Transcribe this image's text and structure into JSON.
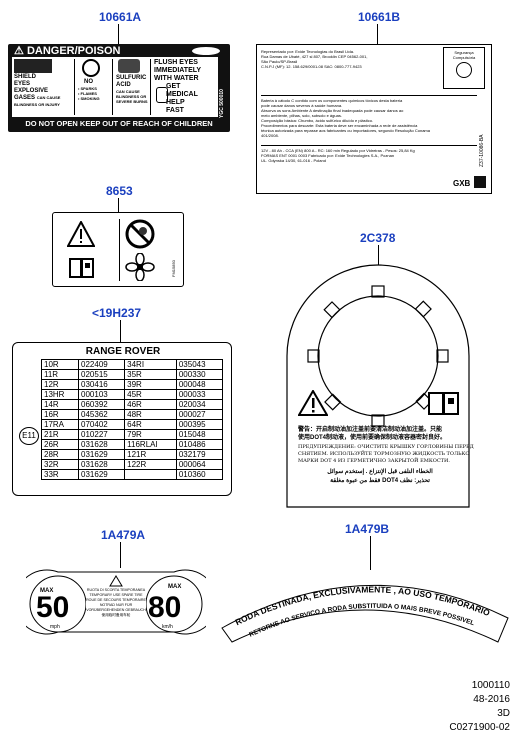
{
  "callouts": {
    "c1": "10661A",
    "c2": "10661B",
    "c3": "8653",
    "c4": "2C378",
    "c5": "<19H237",
    "c6": "1A479A",
    "c7": "1A479B"
  },
  "label_10661a": {
    "header": "DANGER/POISON",
    "col1": [
      "SHIELD",
      "EYES",
      "EXPLOSIVE",
      "GASES",
      "CAN CAUSE",
      "BLINDNESS OR INJURY"
    ],
    "col2": [
      "NO",
      "• SPARKS",
      "• FLAMES",
      "• SMOKING"
    ],
    "col3": [
      "SULFURIC",
      "ACID",
      "CAN CAUSE",
      "BLINDNESS OR",
      "SEVERE BURNS"
    ],
    "col4": [
      "FLUSH EYES",
      "IMMEDIATELY",
      "WITH WATER",
      "GET",
      "MEDICAL",
      "HELP",
      "FAST"
    ],
    "side_code": "YGC 500010",
    "footer": "DO NOT OPEN KEEP OUT OF REACH OF CHILDREN"
  },
  "label_10661b": {
    "importer_lines": [
      "Representado por: Exide Tecnologias do Brasil Ltda.",
      "Rua Damas de Ubaté, 427 sl 807, Brooklin CEP 04562-001,",
      "São Paulo/SP-Brasil",
      "C.N.P.J (MF): 12. 158.629/0001-08 SAC: 0800-777-9423"
    ],
    "stamp": "Segurança Compulsória",
    "body_lines": [
      "Bateria à cátodo C contido com os componentes químicos tóxicos desta bateria",
      "pode causar danos severos à saúde humana.",
      "Absorva os sons Ambiente A destinação final inadequada pode causar danos ao",
      "meio ambiente, pilhas, solo, subsolo e águas.",
      "Composição básica: Chumbo, ácido sulfúrico diluído e plástico.",
      "Procedimentos para descarte: Esta bateria deve ser encaminhada a rede de assistência",
      "técnica autorizada para repasse aos fabricantes ou importadores, segundo Resolução Conama",
      "401/2008."
    ],
    "spec_lines": [
      "12V - 80 Ah - CCA (EN) 800 A - RC: 160 min Regulado por Vidreiras - Pesos: 25,84 Kg",
      "FORMAS ENT 0001 0003 Fabricado por: Exide Technologies S.A., Poznan",
      "UL. Gdynska 14/30, 61-016 - Poland"
    ],
    "side_code": "Z37-10086-BA",
    "gxb": "GXB"
  },
  "label_8653": {
    "side_code": "FM15850"
  },
  "label_2c378": {
    "chinese_line1": "警告：开启制动油加注盖前要清洁制动油加注盖。只能",
    "chinese_line2": "使用DOT4制动液，使用前要确保制动液容器密封良好。",
    "russian_line1": "ПРЕДУПРЕЖДЕНИЕ: ОЧИСТИТЕ КРЫШКУ ГОРЛОВИНЫ ПЕРЕД",
    "russian_line2": "СНЯТИЕМ. ИСПОЛЬЗУЙТЕ ТОРМОЗНУЮ ЖИДКОСТЬ ТОЛЬКО",
    "russian_line3": "МАРКИ DOT 4 ИЗ ГЕРМЕТИЧНО ЗАКРЫТОЙ ЕМКОСТИ.",
    "arabic_line1": "الخطاء النلفى قبل الإنتزاع . إستخدم سوائل",
    "arabic_line2": "فقط من عبوة مغلقة DOT4 تحذير: نظف"
  },
  "label_19h237": {
    "title": "RANGE ROVER",
    "mark": "E11",
    "rows": [
      [
        "10R",
        "022409",
        "34RI",
        "035043"
      ],
      [
        "11R",
        "020515",
        "35R",
        "000330"
      ],
      [
        "12R",
        "030416",
        "39R",
        "000048"
      ],
      [
        "13HR",
        "000103",
        "45R",
        "000033"
      ],
      [
        "14R",
        "060392",
        "46R",
        "020034"
      ],
      [
        "16R",
        "045362",
        "48R",
        "000027"
      ],
      [
        "17RA",
        "070402",
        "64R",
        "000395"
      ],
      [
        "21R",
        "010227",
        "79R",
        "015048"
      ],
      [
        "26R",
        "031628",
        "116RLAI",
        "010486"
      ],
      [
        "28R",
        "031629",
        "121R",
        "032179"
      ],
      [
        "32R",
        "031628",
        "122R",
        "000064"
      ],
      [
        "33R",
        "031629",
        "",
        "010360"
      ]
    ]
  },
  "label_1a479a": {
    "left_top": "MAX",
    "left_number": "50",
    "left_unit": "mph",
    "right_top": "MAX",
    "right_number": "80",
    "right_unit": "km/h",
    "center_text": [
      "RUOTA DI SCORTA TEMPORANEA",
      "TEMPORARY USE SPARE TIRE",
      "ROUE DE SECOURS TEMPORAIRE",
      "NOTRAD NUR FÜR",
      "VORÜBERGEHENDEN GEBRAUCH",
      "使用临时备用车轮"
    ]
  },
  "label_1a479b": {
    "outer_text": "RODA DESTINADA, EXCLUSIVAMENTE , AO USO TEMPORARIO",
    "inner_text": "RETORNE AO SERVICO A RODA SUBSTITUIDA O MAIS BREVE POSSIVEL"
  },
  "footer": {
    "line1": "1000110",
    "line2": "48-2016",
    "line3": "3D",
    "line4": "C0271900-02"
  }
}
